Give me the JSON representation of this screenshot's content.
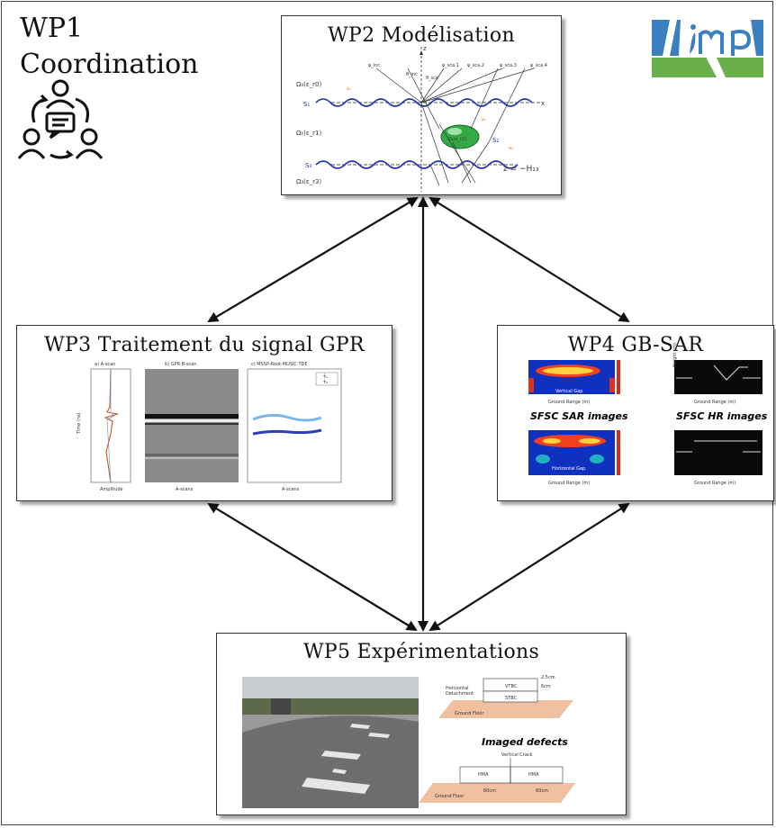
{
  "wp1": {
    "line1": "WP1",
    "line2": "Coordination",
    "icon": "team-discussion-icon"
  },
  "logo": {
    "icon": "imp-logo-road-icon"
  },
  "wp2": {
    "title": "WP2 Modélisation",
    "labels": {
      "omega0": "Ω₀(ε_r0)",
      "omega1": "Ω₁(ε_r1)",
      "omega3": "Ω₃(ε_r3)",
      "omega2": "Ω₂(ε_r2)",
      "s1": "S₁",
      "s2": "S₂",
      "s3": "S₃",
      "z": "z",
      "x": "x",
      "depth": "z = −H₁₃",
      "psi_inc": "ψ_inc",
      "psi_sca1": "ψ_sca,1",
      "psi_sca2": "ψ_sca,2",
      "psi_sca3": "ψ_sca,3",
      "psi_sca4": "ψ_sca,4",
      "theta_inc": "θ_inc",
      "theta_sca": "θ_sca",
      "a1": "a₁",
      "a2": "a₂",
      "a3": "a₃"
    }
  },
  "wp3": {
    "title": "WP3 Traitement du signal GPR",
    "panels": [
      "a) A-scan",
      "b) GPR B-scan",
      "c) MSSP-Root-MUSIC TDE"
    ],
    "ascan_xlabel": "Amplitude",
    "bscan_xlabel": "A-scans",
    "tde_xlabel": "A-scans",
    "ylabel": "Time (ns)",
    "legend": [
      "τ̂₁",
      "τ̂₂"
    ]
  },
  "wp4": {
    "title": "WP4 GB-SAR",
    "caption_sar": "SFSC SAR images",
    "caption_hr": "SFSC HR images",
    "gap_label": "Vertical Gap",
    "gap_label2": "Horizontal Gap",
    "xlabel": "Ground Range (m)",
    "ylabel": "Height (m)"
  },
  "wp5": {
    "title": "WP5 Expérimentations",
    "photo": "test-track-photo",
    "diagram1": {
      "horizontal": "Horizontal",
      "detachment": "Detachment",
      "ground": "Ground Floor",
      "vtbc": "VTBC",
      "stbc": "STBC",
      "d1": "2.5cm",
      "d2": "6cm"
    },
    "imaged_defects": "Imaged defects",
    "diagram2": {
      "crack": "Vertical Crack",
      "hma1": "HMA",
      "hma2": "HMA",
      "ground": "Ground Floor",
      "d1": "60cm",
      "d2": "60cm"
    }
  },
  "colors": {
    "arrow": "#111111",
    "wave": "#2233aa",
    "ellipse": "#33aa44",
    "orange": "#e08020",
    "logo_blue": "#3a7fc0",
    "logo_green": "#6ab04a"
  }
}
